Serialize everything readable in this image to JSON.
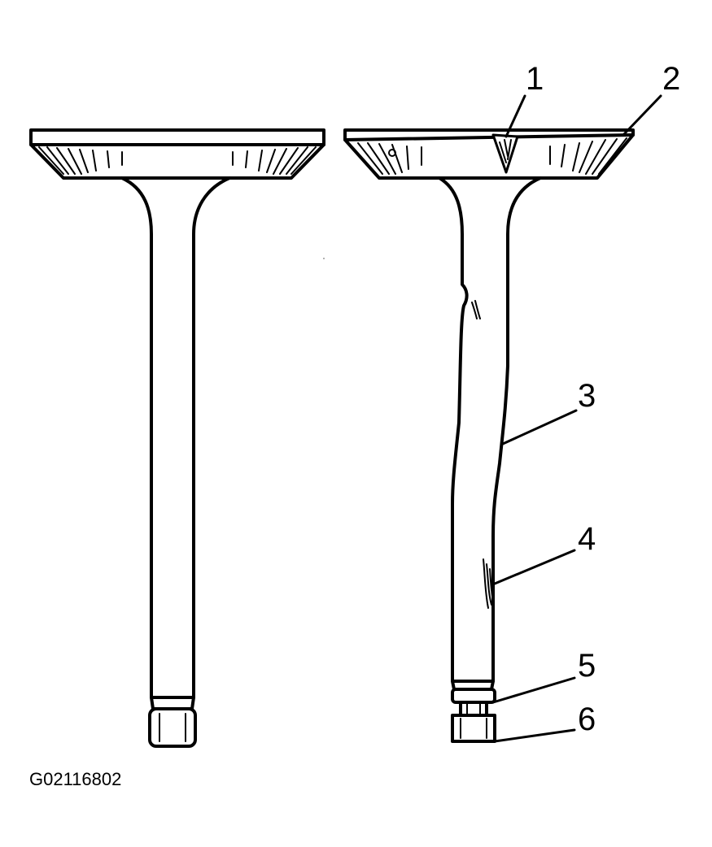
{
  "figure_code": "G02116802",
  "callouts": [
    {
      "number": "1",
      "defect": "burnt/chipped valve face"
    },
    {
      "number": "2",
      "defect": "worn valve margin"
    },
    {
      "number": "3",
      "defect": "bent stem"
    },
    {
      "number": "4",
      "defect": "scored stem"
    },
    {
      "number": "5",
      "defect": "worn keeper groove"
    },
    {
      "number": "6",
      "defect": "worn stem tip"
    }
  ]
}
